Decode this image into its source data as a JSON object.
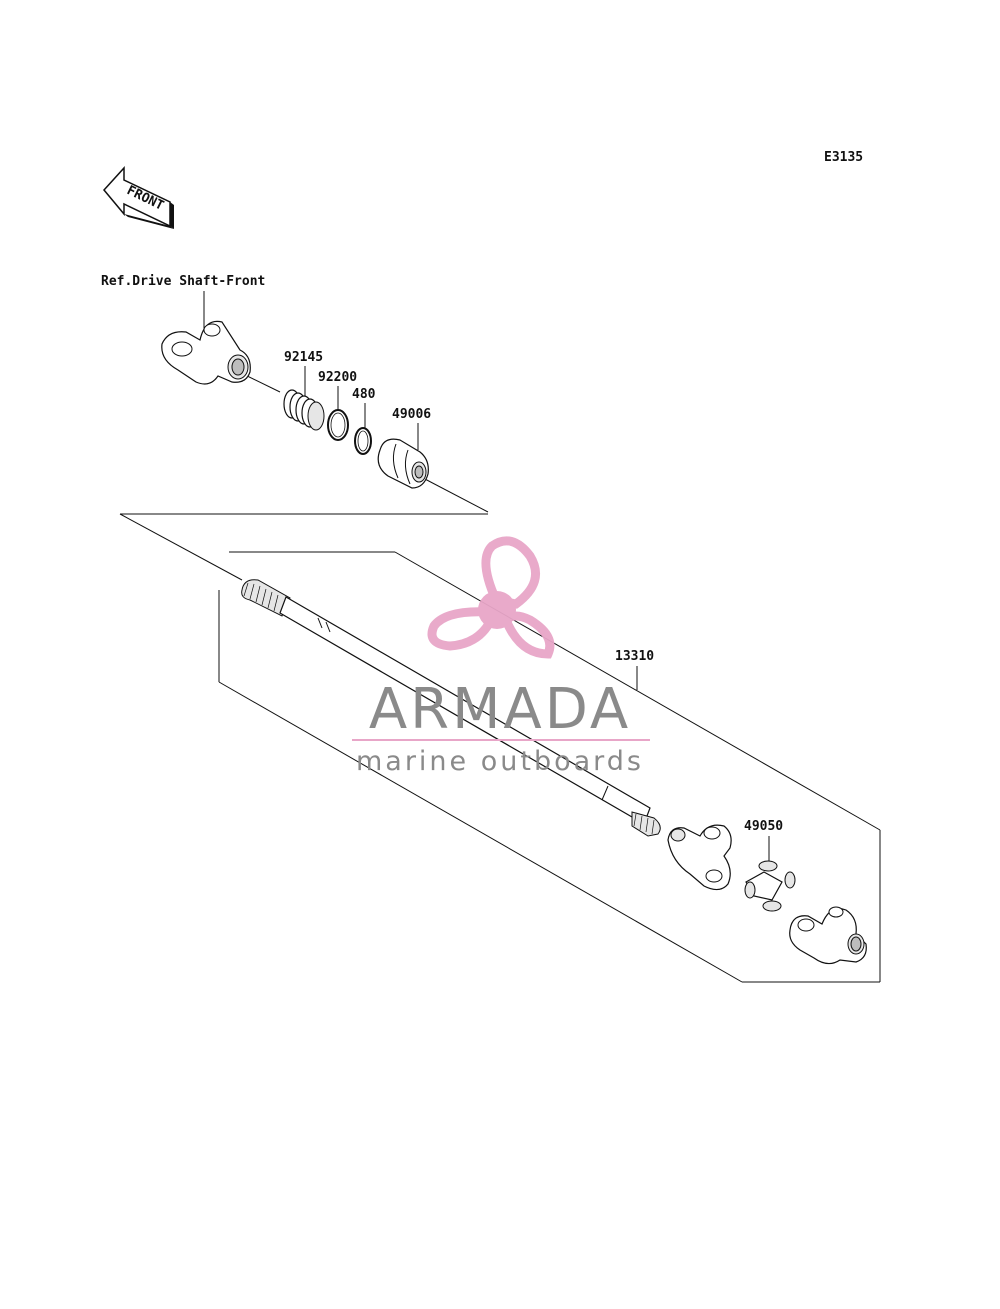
{
  "diagram": {
    "code": "E3135",
    "front_arrow_label": "FRONT",
    "ref_label": "Ref.Drive Shaft-Front",
    "parts": {
      "p92145": "92145",
      "p92200": "92200",
      "p480": "480",
      "p49006": "49006",
      "p13310": "13310",
      "p49050": "49050"
    }
  },
  "watermark": {
    "brand": "ARMADA",
    "tagline": "marine outboards",
    "accent_color": "#e8a6c8",
    "text_color": "#8a8a8a"
  }
}
